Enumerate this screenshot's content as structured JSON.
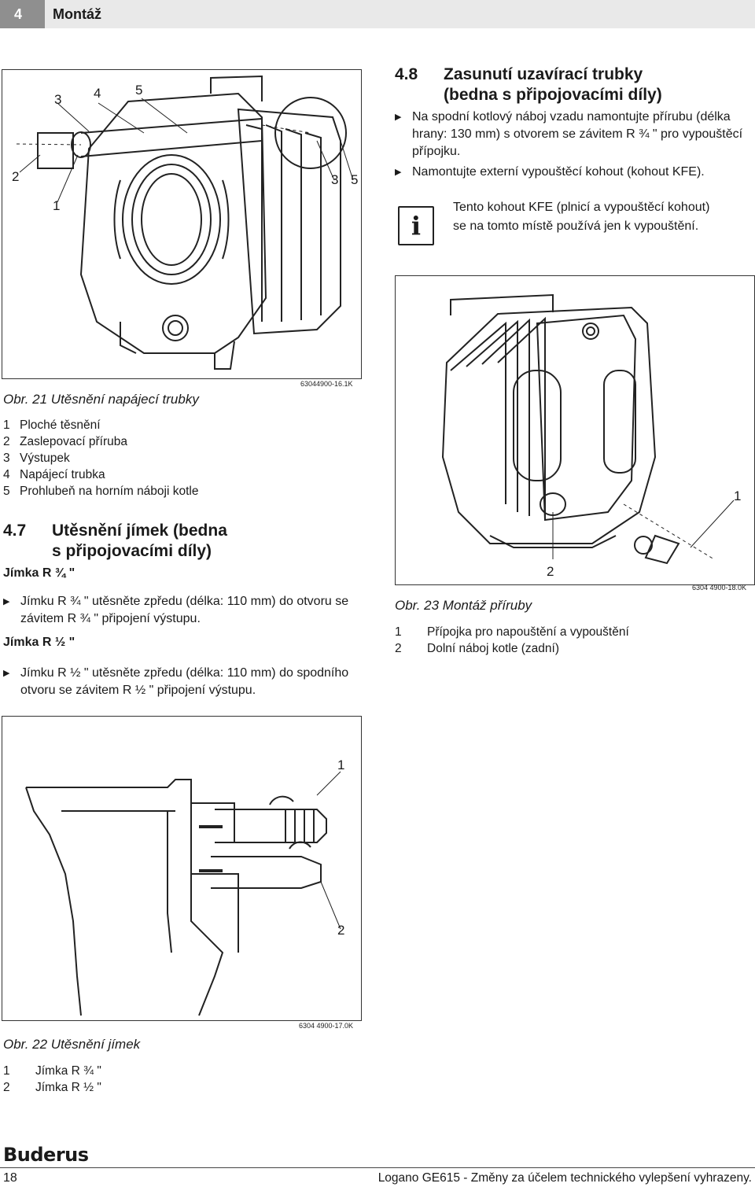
{
  "header": {
    "chapter_number": "4",
    "chapter_title": "Montáž"
  },
  "figure21": {
    "callouts": [
      "3",
      "4",
      "5",
      "2",
      "1",
      "3",
      "5"
    ],
    "code": "63044900-16.1K",
    "caption": "Obr. 21 Utěsnění napájecí trubky",
    "legend": [
      {
        "num": "1",
        "text": "Ploché těsnění"
      },
      {
        "num": "2",
        "text": "Zaslepovací příruba"
      },
      {
        "num": "3",
        "text": "Výstupek"
      },
      {
        "num": "4",
        "text": "Napájecí trubka"
      },
      {
        "num": "5",
        "text": "Prohlubeň na horním náboji kotle"
      }
    ]
  },
  "section47": {
    "number": "4.7",
    "title_line1": "Utěsnění jímek (bedna",
    "title_line2": "s připojovacími díly)",
    "sub1": "Jímka R ¾ \"",
    "bullet1": "Jímku R ¾ \" utěsněte zpředu (délka: 110 mm) do otvoru se závitem R ¾ \" připojení výstupu.",
    "sub2": "Jímka R ½ \"",
    "bullet2": "Jímku R ½ \" utěsněte zpředu (délka: 110 mm) do spodního otvoru se závitem R ½ \" připojení výstupu."
  },
  "section48": {
    "number": "4.8",
    "title_line1": "Zasunutí uzavírací trubky",
    "title_line2": "(bedna s připojovacími díly)",
    "bullet1": "Na spodní kotlový náboj vzadu namontujte přírubu (délka hrany: 130 mm) s otvorem se závitem R ¾ \" pro vypouštěcí přípojku.",
    "bullet2": "Namontujte externí vypouštěcí kohout (kohout KFE).",
    "info": "Tento kohout KFE (plnicí a vypouštěcí kohout) se na tomto místě používá jen k vypouštění."
  },
  "figure23": {
    "callouts": [
      "1",
      "2"
    ],
    "code": "6304 4900-18.0K",
    "caption": "Obr. 23 Montáž příruby",
    "legend": [
      {
        "num": "1",
        "text": "Přípojka pro napouštění a vypouštění"
      },
      {
        "num": "2",
        "text": "Dolní náboj kotle (zadní)"
      }
    ]
  },
  "figure22": {
    "callouts": [
      "1",
      "2"
    ],
    "code": "6304 4900-17.0K",
    "caption": "Obr. 22 Utěsnění jímek",
    "legend": [
      {
        "num": "1",
        "text": "Jímka R ¾ \""
      },
      {
        "num": "2",
        "text": "Jímka R ½ \""
      }
    ]
  },
  "footer": {
    "logo": "Buderus",
    "page_number": "18",
    "doc_text": "Logano GE615 - Změny za účelem technického vylepšení vyhrazeny."
  }
}
